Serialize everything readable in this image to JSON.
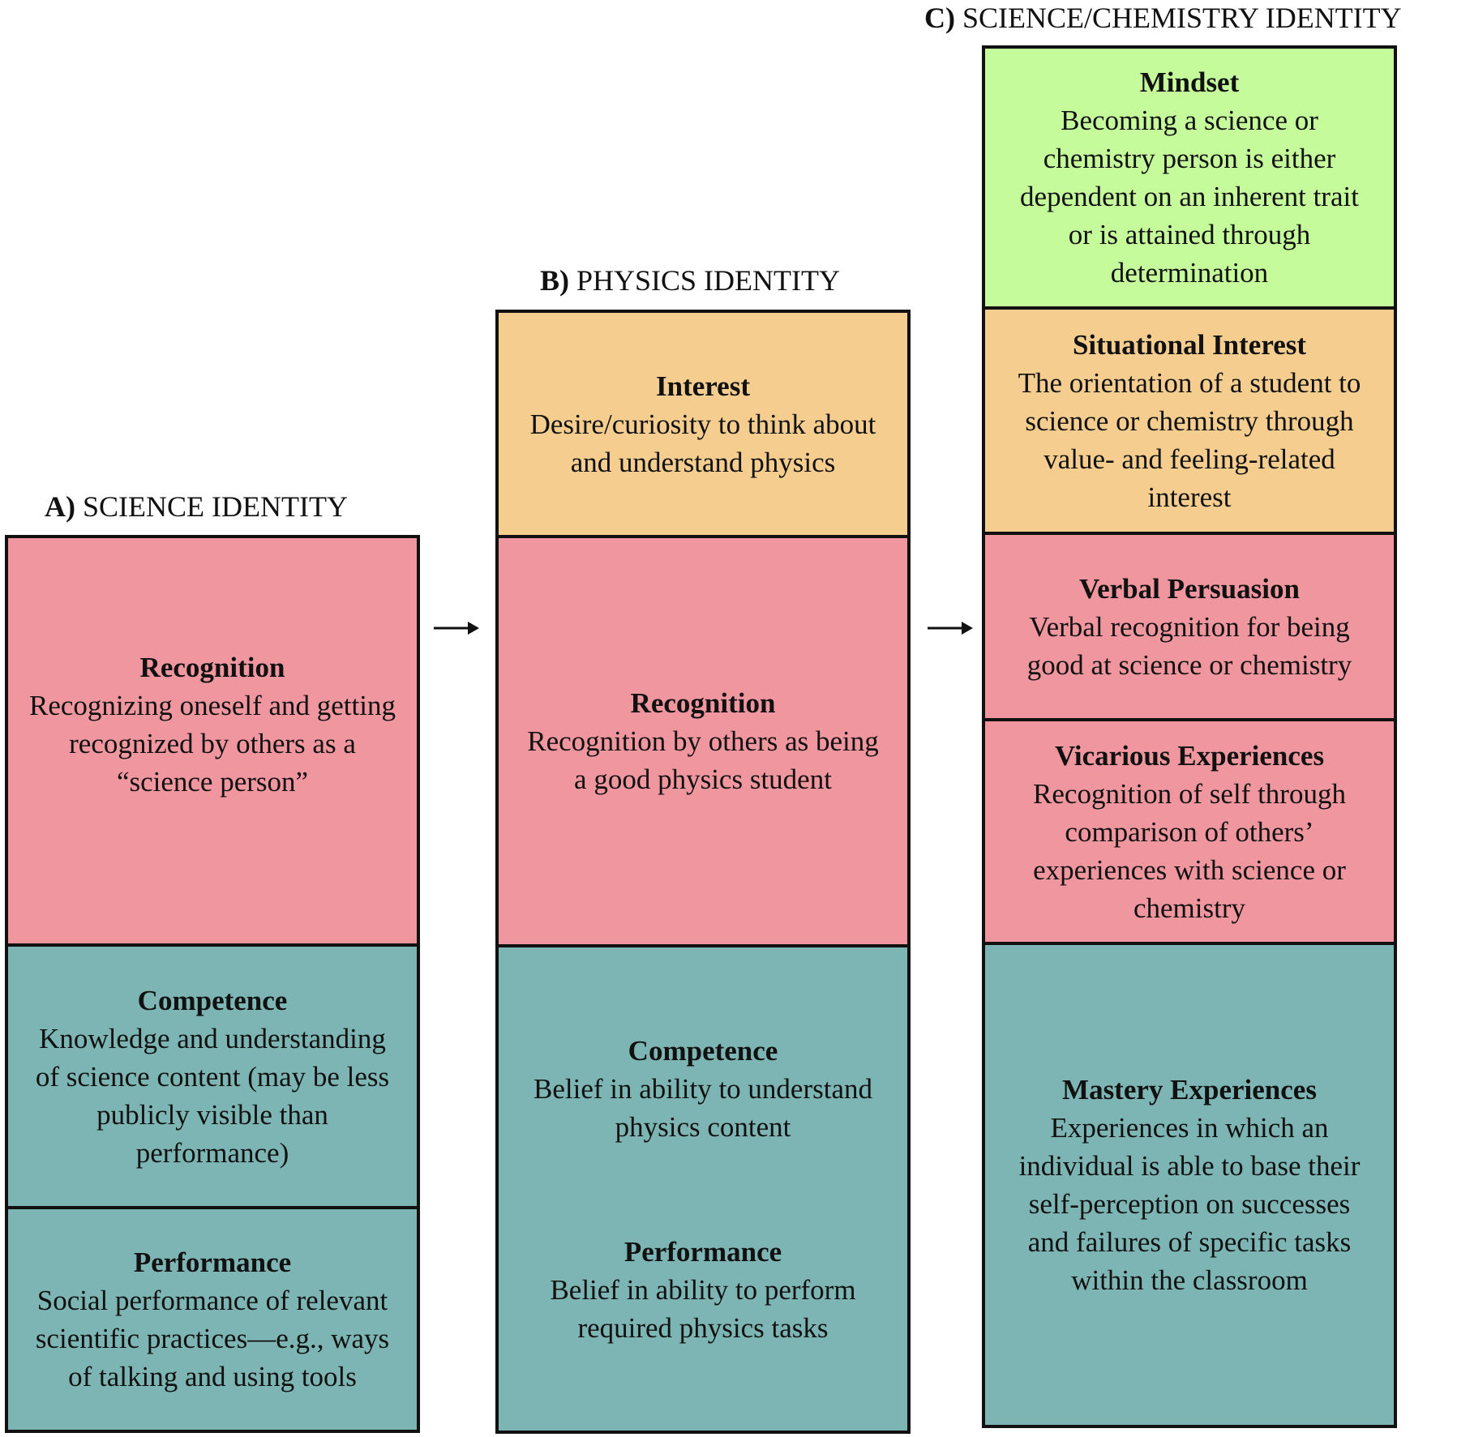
{
  "colors": {
    "recognition": "#ef969f",
    "competence": "#7cb5b3",
    "interest": "#f4cd8f",
    "mindset": "#c6fb9c",
    "border": "#111111"
  },
  "science_identity": {
    "prefix": "A)",
    "title": "SCIENCE IDENTITY",
    "recognition": {
      "title": "Recognition",
      "desc": "Recognizing oneself and getting recognized by others as a “science person”"
    },
    "competence": {
      "title": "Competence",
      "desc": "Knowledge and understanding of science content (may be less publicly visible than performance)"
    },
    "performance": {
      "title": "Performance",
      "desc": "Social performance of relevant scientific practices—e.g., ways of talking and using tools"
    }
  },
  "physics_identity": {
    "prefix": "B)",
    "title": "PHYSICS IDENTITY",
    "interest": {
      "title": "Interest",
      "desc": "Desire/curiosity to think about and understand physics"
    },
    "recognition": {
      "title": "Recognition",
      "desc": "Recognition by others as being a good physics student"
    },
    "competence": {
      "title": "Competence",
      "desc": "Belief in ability to understand physics content"
    },
    "performance": {
      "title": "Performance",
      "desc": "Belief in ability to perform required physics tasks"
    }
  },
  "chemistry_identity": {
    "prefix": "C)",
    "title": "SCIENCE/CHEMISTRY IDENTITY",
    "mindset": {
      "title": "Mindset",
      "desc": "Becoming a science or chemistry person is either dependent on an inherent trait or is attained through determination"
    },
    "situational_interest": {
      "title": "Situational Interest",
      "desc": "The orientation of a student to science or chemistry through value- and feeling-related interest"
    },
    "verbal_persuasion": {
      "title": "Verbal Persuasion",
      "desc": "Verbal recognition for being good at science or chemistry"
    },
    "vicarious_experiences": {
      "title": "Vicarious Experiences",
      "desc": "Recognition of self through comparison of others’ experiences with science or chemistry"
    },
    "mastery_experiences": {
      "title": "Mastery Experiences",
      "desc": "Experiences in which an individual is able to base their self-perception on successes and failures of specific tasks within the classroom"
    }
  }
}
